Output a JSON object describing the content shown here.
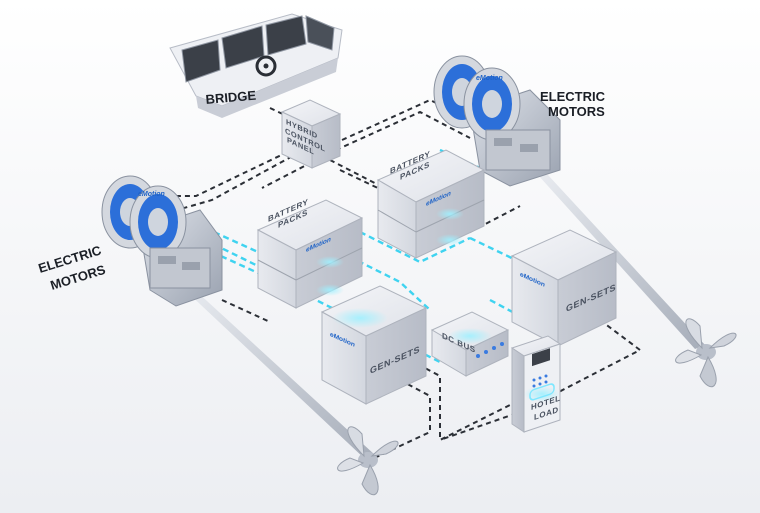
{
  "labels": {
    "bridge": "BRIDGE",
    "hybrid_panel": [
      "HYBRID",
      "CONTROL",
      "PANEL"
    ],
    "motors_left": [
      "ELECTRIC",
      "MOTORS"
    ],
    "motors_right": [
      "ELECTRIC",
      "MOTORS"
    ],
    "battery_packs": [
      "BATTERY",
      "PACKS"
    ],
    "dc_bus": "DC BUS",
    "gen_sets": "GEN-SETS",
    "hotel_load": [
      "HOTEL",
      "LOAD"
    ],
    "brand": "eMotion"
  },
  "icons": [
    "electric-motor-icon",
    "propeller-icon",
    "bridge-console-icon",
    "battery-pack-icon",
    "generator-icon"
  ],
  "colors": {
    "power_line": "#3fd3f0",
    "control_line": "#2b2f36",
    "motor_blue": "#2c6fd9",
    "box": "#e6e8ee"
  }
}
